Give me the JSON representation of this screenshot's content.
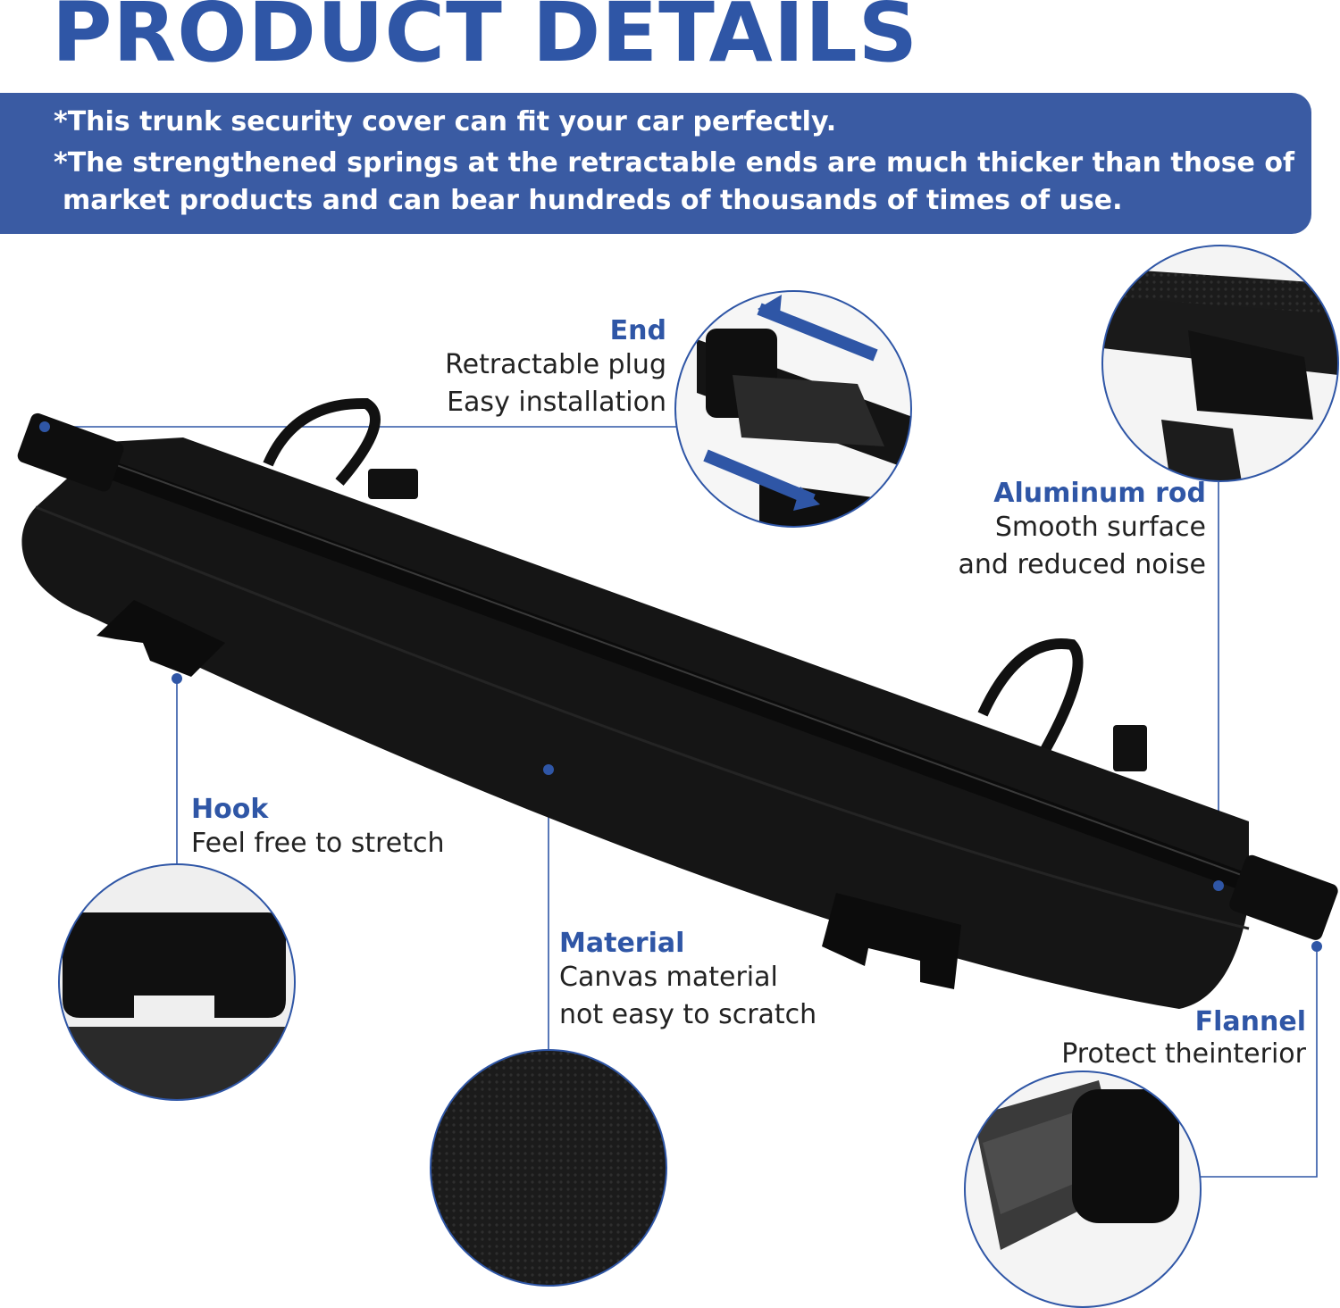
{
  "header": {
    "title": "PRODUCT DETAILS",
    "bullet_1": "*This trunk security cover can fit your car perfectly.",
    "bullet_2_line_1": "*The strengthened springs at the retractable ends are much thicker than those of",
    "bullet_2_line_2": "market products and can bear hundreds of thousands of times of use."
  },
  "callouts": {
    "end": {
      "title": "End",
      "line_1": "Retractable plug",
      "line_2": "Easy installation"
    },
    "aluminum_rod": {
      "title": "Aluminum rod",
      "line_1": "Smooth surface",
      "line_2": "and reduced noise"
    },
    "hook": {
      "title": "Hook",
      "line_1": "Feel free to stretch"
    },
    "material": {
      "title": "Material",
      "line_1": "Canvas material",
      "line_2": "not easy to scratch"
    },
    "flannel": {
      "title": "Flannel",
      "line_1": "Protect theinterior"
    }
  },
  "colors": {
    "accent_blue": "#2f56a6",
    "banner_blue": "#3a5ba3",
    "product_black": "#151515",
    "text_dark": "#222222"
  }
}
